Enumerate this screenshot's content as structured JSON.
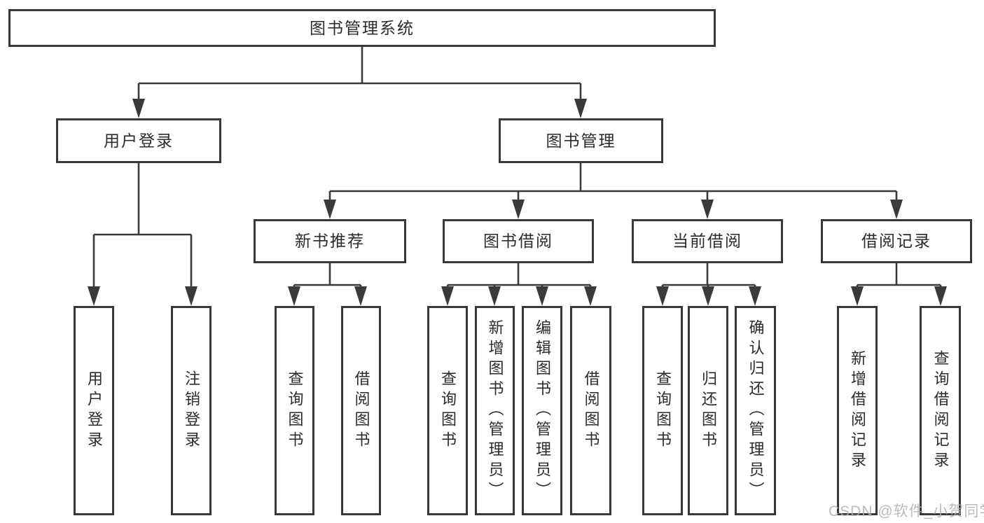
{
  "colors": {
    "background": "#ffffff",
    "line": "#3a3a3a",
    "box_border": "#383838",
    "text": "#2b2b2b",
    "watermark": "#b0b0b0"
  },
  "watermark": {
    "text": "CSDN @软件_小贺同学"
  },
  "tree": {
    "root": {
      "label": "图书管理系统"
    },
    "level2": [
      {
        "id": "user-login",
        "label": "用户登录"
      },
      {
        "id": "book-management",
        "label": "图书管理"
      }
    ],
    "level3": [
      {
        "id": "new-book-recommend",
        "label": "新书推荐",
        "parent": "book-management"
      },
      {
        "id": "book-borrow",
        "label": "图书借阅",
        "parent": "book-management"
      },
      {
        "id": "current-borrow",
        "label": "当前借阅",
        "parent": "book-management"
      },
      {
        "id": "borrow-records",
        "label": "借阅记录",
        "parent": "book-management"
      }
    ],
    "leaves": [
      {
        "id": "leaf-user-login",
        "label": "用户登录",
        "parent": "user-login"
      },
      {
        "id": "leaf-logout",
        "label": "注销登录",
        "parent": "user-login"
      },
      {
        "id": "leaf-query-book-1",
        "label": "查询图书",
        "parent": "new-book-recommend"
      },
      {
        "id": "leaf-borrow-book-1",
        "label": "借阅图书",
        "parent": "new-book-recommend"
      },
      {
        "id": "leaf-query-book-2",
        "label": "查询图书",
        "parent": "book-borrow"
      },
      {
        "id": "leaf-add-book",
        "label": "新增图书（管理员）",
        "parent": "book-borrow"
      },
      {
        "id": "leaf-edit-book",
        "label": "编辑图书（管理员）",
        "parent": "book-borrow"
      },
      {
        "id": "leaf-borrow-book-2",
        "label": "借阅图书",
        "parent": "book-borrow"
      },
      {
        "id": "leaf-query-book-3",
        "label": "查询图书",
        "parent": "current-borrow"
      },
      {
        "id": "leaf-return-book",
        "label": "归还图书",
        "parent": "current-borrow"
      },
      {
        "id": "leaf-confirm-return",
        "label": "确认归还（管理员）",
        "parent": "current-borrow"
      },
      {
        "id": "leaf-add-borrow-record",
        "label": "新增借阅记录",
        "parent": "borrow-records"
      },
      {
        "id": "leaf-query-borrow-record",
        "label": "查询借阅记录",
        "parent": "borrow-records"
      }
    ]
  }
}
